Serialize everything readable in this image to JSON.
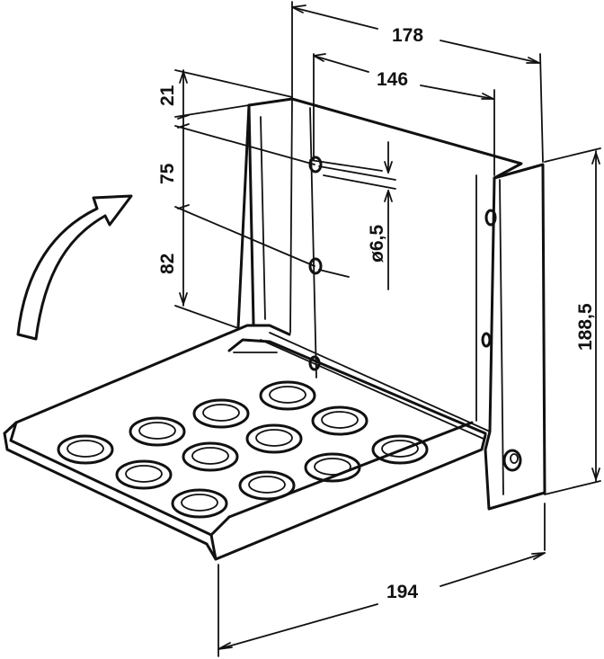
{
  "dimensions": {
    "top_width": "178",
    "hole_spacing": "146",
    "top_offset": "21",
    "hole_gap_upper": "75",
    "hole_gap_lower": "82",
    "hole_diameter": "ø6,5",
    "height": "188,5",
    "tray_depth": "194"
  },
  "colors": {
    "ink": "#111111",
    "background": "#ffffff"
  },
  "icons": {
    "fold_arrow": "curved-up-arrow-icon"
  }
}
